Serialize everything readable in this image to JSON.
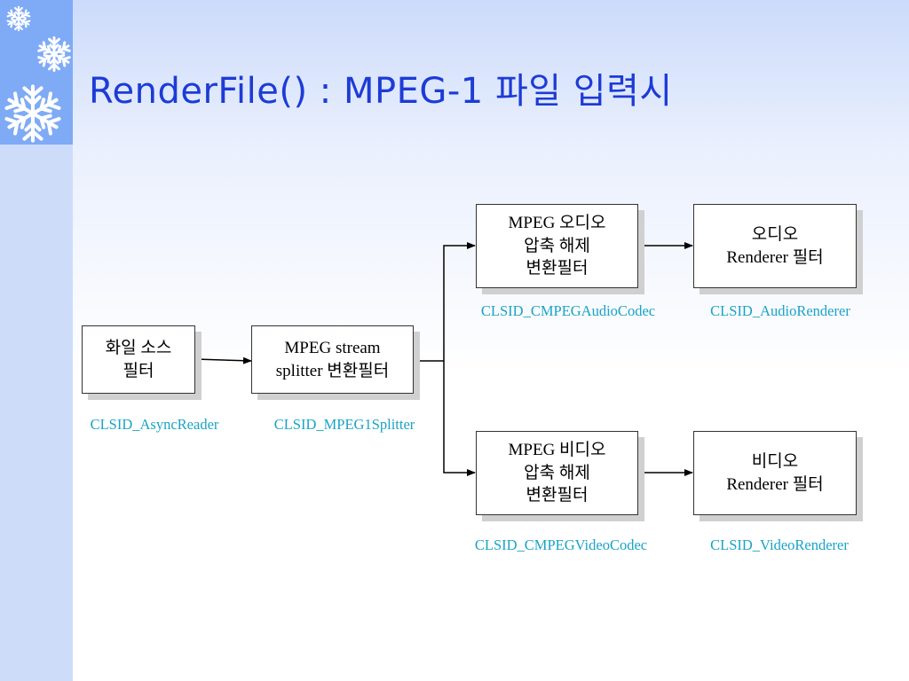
{
  "slide": {
    "title": "RenderFile() : MPEG-1 파일 입력시"
  },
  "nodes": {
    "file_source": {
      "line1": "화일 소스",
      "line2": "필터",
      "clsid": "CLSID_AsyncReader"
    },
    "splitter": {
      "line1": "MPEG stream",
      "line2": "splitter 변환필터",
      "clsid": "CLSID_MPEG1Splitter"
    },
    "audio_decoder": {
      "line1": "MPEG 오디오",
      "line2": "압축 해제",
      "line3": "변환필터",
      "clsid": "CLSID_CMPEGAudioCodec"
    },
    "video_decoder": {
      "line1": "MPEG 비디오",
      "line2": "압축 해제",
      "line3": "변환필터",
      "clsid": "CLSID_CMPEGVideoCodec"
    },
    "audio_renderer": {
      "line1": "오디오",
      "line2": "Renderer 필터",
      "clsid": "CLSID_AudioRenderer"
    },
    "video_renderer": {
      "line1": "비디오",
      "line2": "Renderer 필터",
      "clsid": "CLSID_VideoRenderer"
    }
  },
  "colors": {
    "title": "#1d3bd6",
    "clsid_label": "#19a3c7",
    "side_band_top": "#7faaf6",
    "side_band": "#cdddf9"
  },
  "icons": [
    "snowflake-icon"
  ]
}
